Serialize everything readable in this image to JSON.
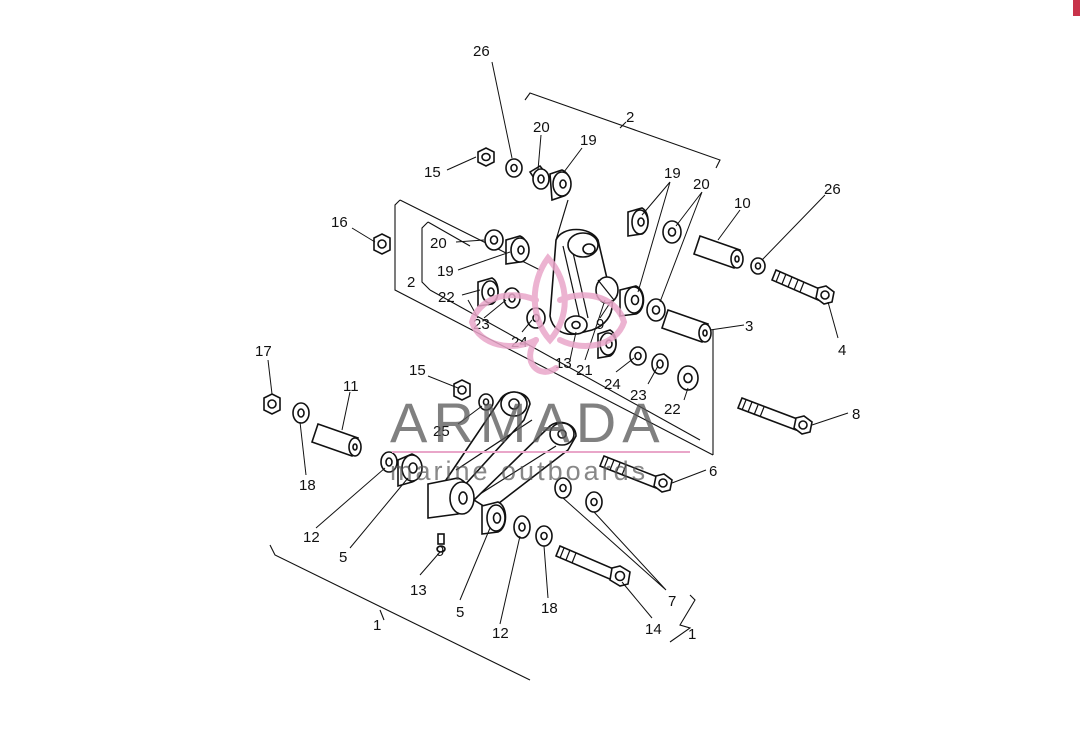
{
  "diagram": {
    "labels": [
      {
        "id": "26a",
        "text": "26"
      },
      {
        "id": "2top",
        "text": "2"
      },
      {
        "id": "20a",
        "text": "20"
      },
      {
        "id": "19a",
        "text": "19"
      },
      {
        "id": "15a",
        "text": "15"
      },
      {
        "id": "19b",
        "text": "19"
      },
      {
        "id": "20b",
        "text": "20"
      },
      {
        "id": "10",
        "text": "10"
      },
      {
        "id": "26b",
        "text": "26"
      },
      {
        "id": "16",
        "text": "16"
      },
      {
        "id": "20c",
        "text": "20"
      },
      {
        "id": "19c",
        "text": "19"
      },
      {
        "id": "2left",
        "text": "2"
      },
      {
        "id": "22a",
        "text": "22"
      },
      {
        "id": "23a",
        "text": "23"
      },
      {
        "id": "24a",
        "text": "24"
      },
      {
        "id": "9a",
        "text": "9"
      },
      {
        "id": "13a",
        "text": "13"
      },
      {
        "id": "21",
        "text": "21"
      },
      {
        "id": "3",
        "text": "3"
      },
      {
        "id": "4",
        "text": "4"
      },
      {
        "id": "24b",
        "text": "24"
      },
      {
        "id": "23b",
        "text": "23"
      },
      {
        "id": "22b",
        "text": "22"
      },
      {
        "id": "8",
        "text": "8"
      },
      {
        "id": "17",
        "text": "17"
      },
      {
        "id": "11",
        "text": "11"
      },
      {
        "id": "15b",
        "text": "15"
      },
      {
        "id": "25",
        "text": "25"
      },
      {
        "id": "18a",
        "text": "18"
      },
      {
        "id": "6",
        "text": "6"
      },
      {
        "id": "12a",
        "text": "12"
      },
      {
        "id": "5a",
        "text": "5"
      },
      {
        "id": "9b",
        "text": "9"
      },
      {
        "id": "13b",
        "text": "13"
      },
      {
        "id": "5b",
        "text": "5"
      },
      {
        "id": "12b",
        "text": "12"
      },
      {
        "id": "18b",
        "text": "18"
      },
      {
        "id": "7",
        "text": "7"
      },
      {
        "id": "14",
        "text": "14"
      },
      {
        "id": "1right",
        "text": "1"
      },
      {
        "id": "1left",
        "text": "1"
      }
    ]
  },
  "watermark": {
    "brand": "ARMADA",
    "tagline": "marine outboards",
    "logo": "lotus-logo",
    "color": "#e9a6c9"
  },
  "accent_color": "#c8334a"
}
